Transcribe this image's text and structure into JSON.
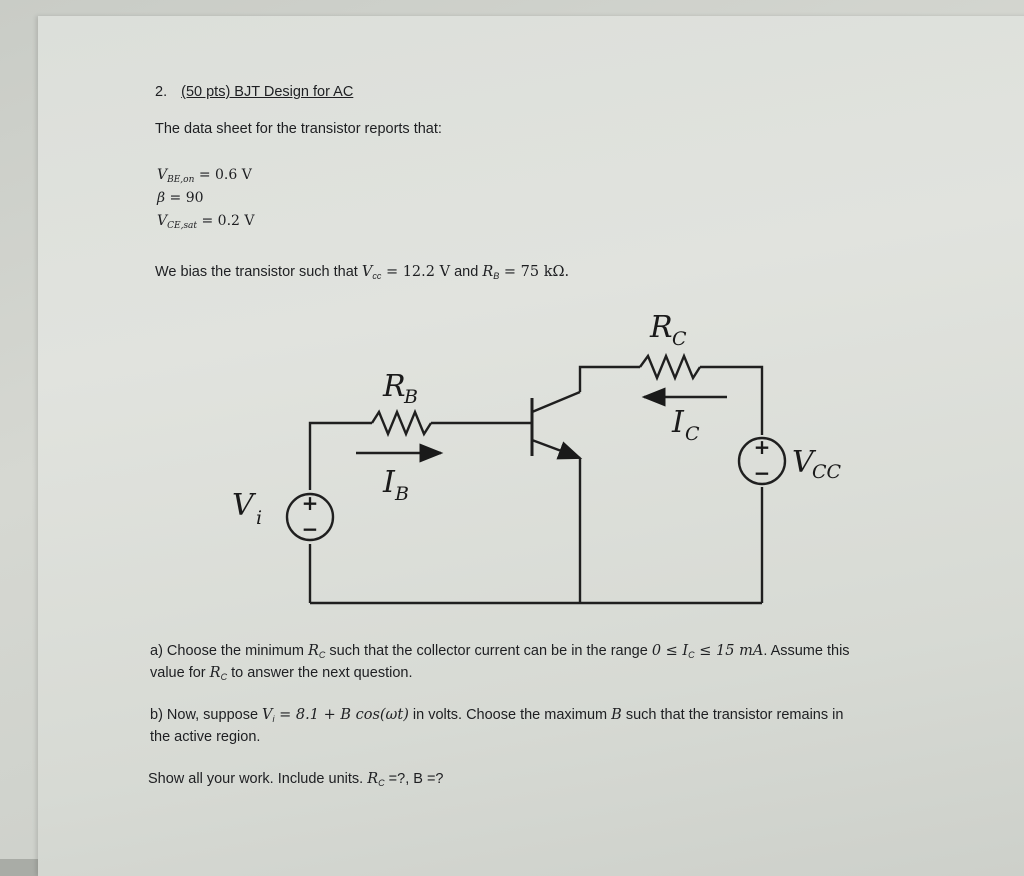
{
  "problem": {
    "number": "2.",
    "title": "(50 pts) BJT Design for AC",
    "intro": "The data sheet for the transistor reports that:",
    "specs": [
      {
        "symbol": "V",
        "sub": "BE,on",
        "rest": " = 0.6 V"
      },
      {
        "symbol": "β",
        "sub": "",
        "rest": " = 90"
      },
      {
        "symbol": "V",
        "sub": "CE,sat",
        "rest": " = 0.2 V"
      }
    ],
    "bias_prefix": "We bias the transistor such that ",
    "bias_vcc": "V",
    "bias_vcc_sub": "cc",
    "bias_vcc_val": " = 12.2 V",
    "bias_and": " and ",
    "bias_rb": "R",
    "bias_rb_sub": "B",
    "bias_rb_val": " = 75 kΩ."
  },
  "circuit": {
    "rb_label": "R",
    "rb_sub": "B",
    "ib_label": "I",
    "ib_sub": "B",
    "rc_label": "R",
    "rc_sub": "C",
    "ic_label": "I",
    "ic_sub": "C",
    "vi_label": "V",
    "vi_sub": "i",
    "vcc_label": "V",
    "vcc_sub": "CC",
    "plus": "+",
    "minus": "−"
  },
  "questions": {
    "a_line1": "a) Choose the minimum ",
    "a_rc": "R",
    "a_rc_sub": "C",
    "a_line1b": " such that the collector current can be in the range ",
    "a_range": "0 ≤ I",
    "a_range_sub": "C",
    "a_range2": " ≤ 15 mA",
    "a_line1c": ". Assume this",
    "a_line2a": "value for ",
    "a_line2_rc": "R",
    "a_line2_rc_sub": "C",
    "a_line2b": " to answer the next question.",
    "b_line1a": "b) Now, suppose ",
    "b_vi": "V",
    "b_vi_sub": "i",
    "b_eq": " = 8.1 + B cos(ωt)",
    "b_line1b": " in volts. Choose the maximum ",
    "b_B": "B",
    "b_line1c": " such that the transistor remains in",
    "b_line2": "the active region.",
    "show_a": "Show all your work. Include units. ",
    "show_rc": "R",
    "show_rc_sub": "C",
    "show_b": " =?, B =?"
  }
}
